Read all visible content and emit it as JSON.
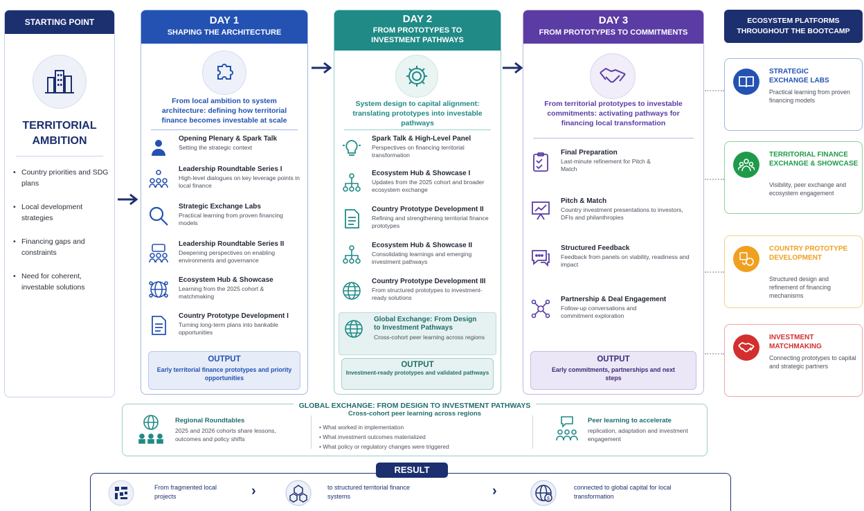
{
  "start": {
    "header": "STARTING POINT",
    "title_line1": "TERRITORIAL",
    "title_line2": "AMBITION",
    "bullets": [
      "Country priorities and SDG plans",
      "Local development strategies",
      "Financing gaps and constraints",
      "Need for coherent, investable solutions"
    ]
  },
  "day1": {
    "header_line1": "DAY 1",
    "header_line2": "SHAPING THE ARCHITECTURE",
    "lead": "From local ambition to system architecture: defining how territorial finance becomes investable at scale",
    "items": [
      {
        "title": "Opening Plenary & Spark Talk",
        "desc": "Setting the strategic context",
        "icon": "speaker-icon"
      },
      {
        "title": "Leadership Roundtable Series I",
        "desc": "High-level dialogues on key leverage points in local finance",
        "icon": "roundtable-icon"
      },
      {
        "title": "Strategic Exchange Labs",
        "desc": "Practical learning from proven financing models",
        "icon": "magnifier-icon"
      },
      {
        "title": "Leadership Roundtable Series II",
        "desc": "Deepening perspectives on enabling environments and governance",
        "icon": "roundtable-icon"
      },
      {
        "title": "Ecosystem Hub & Showcase",
        "desc": "Learning from the 2025 cohort & matchmaking",
        "icon": "network-globe-icon"
      },
      {
        "title": "Country Prototype Development I",
        "desc": "Turning long-term plans into bankable opportunities",
        "icon": "document-icon"
      }
    ],
    "output_title": "OUTPUT",
    "output_desc": "Early territorial finance prototypes and priority opportunities"
  },
  "day2": {
    "header_line1": "DAY 2",
    "header_line2": "FROM PROTOTYPES TO",
    "header_line3": "INVESTMENT PATHWAYS",
    "lead": "System design to capital alignment: translating prototypes into investable pathways",
    "items": [
      {
        "title": "Spark Talk & High-Level Panel",
        "desc": "Perspectives on financing territorial transformation",
        "icon": "lightbulb-icon"
      },
      {
        "title": "Ecosystem Hub & Showcase I",
        "desc": "Updates from the 2025 cohort and broader ecosystem exchange",
        "icon": "hierarchy-icon"
      },
      {
        "title": "Country Prototype Development II",
        "desc": "Refining and strengthening territorial finance prototypes",
        "icon": "document-icon"
      },
      {
        "title": "Ecosystem Hub & Showcase II",
        "desc": "Consolidating learnings and emerging investment pathways",
        "icon": "hierarchy-icon"
      },
      {
        "title": "Country Prototype Development III",
        "desc": "From structured prototypes to investment-ready solutions",
        "icon": "globe-icon"
      },
      {
        "title": "Global Exchange: From Design to Investment Pathways",
        "desc": "Cross-cohort peer learning across regions",
        "icon": "globe-icon"
      }
    ],
    "output_title": "OUTPUT",
    "output_desc": "Investment-ready prototypes and validated pathways"
  },
  "day3": {
    "header_line1": "DAY 3",
    "header_line2": "FROM PROTOTYPES TO COMMITMENTS",
    "lead": "From territorial prototypes to investable commitments: activating pathways for financing local transformation",
    "items": [
      {
        "title": "Final Preparation",
        "desc": "Last-minute refinement for Pitch & Match",
        "icon": "checklist-icon"
      },
      {
        "title": "Pitch & Match",
        "desc": "Country investment presentations to investors, DFIs and philanthropies",
        "icon": "presentation-icon"
      },
      {
        "title": "Structured Feedback",
        "desc": "Feedback from panels on viability, readiness and impact",
        "icon": "chat-icon"
      },
      {
        "title": "Partnership & Deal Engagement",
        "desc": "Follow-up conversations and commitment exploration",
        "icon": "connections-icon"
      }
    ],
    "output_title": "OUTPUT",
    "output_desc": "Early commitments, partnerships and next steps"
  },
  "platforms": {
    "header_line1": "ECOSYSTEM PLATFORMS",
    "header_line2": "THROUGHOUT THE BOOTCAMP",
    "items": [
      {
        "title": "STRATEGIC EXCHANGE LABS",
        "desc": "Practical learning from proven financing models",
        "color": "#2452b2",
        "icon": "book-icon"
      },
      {
        "title": "TERRITORIAL FINANCE EXCHANGE & SHOWCASE",
        "desc": "Visibility, peer exchange and ecosystem engagement",
        "color": "#1f9a4a",
        "icon": "group-icon"
      },
      {
        "title": "COUNTRY PROTOTYPE DEVELOPMENT",
        "desc": "Structured design and refinement of financing mechanisms",
        "color": "#f0a020",
        "icon": "prototype-icon"
      },
      {
        "title": "INVESTMENT MATCHMAKING",
        "desc": "Connecting prototypes to capital and strategic partners",
        "color": "#d32f2f",
        "icon": "handshake-icon"
      }
    ]
  },
  "global": {
    "title": "GLOBAL EXCHANGE: FROM DESIGN TO INVESTMENT PATHWAYS",
    "subtitle": "Cross-cohort peer learning across regions",
    "left_title": "Regional Roundtables",
    "left_desc": "2025 and 2026 cohorts share lessons, outcomes and policy shifts",
    "bullets": [
      "What worked in implementation",
      "What investment outcomes materialized",
      "What policy or regulatory changes were triggered"
    ],
    "right_title": "Peer learning to accelerate",
    "right_desc": "replication, adaptation and investment engagement"
  },
  "result": {
    "title": "RESULT",
    "steps": [
      {
        "text": "From fragmented local projects",
        "icon": "fragments-icon"
      },
      {
        "text": "to structured territorial finance systems",
        "icon": "structure-icon"
      },
      {
        "text": "connected to global capital for local transformation",
        "icon": "globe-capital-icon"
      }
    ]
  },
  "colors": {
    "navy": "#1c2f6e",
    "day1": "#2452b2",
    "day2": "#1f8a86",
    "day3": "#5b3ca4"
  }
}
